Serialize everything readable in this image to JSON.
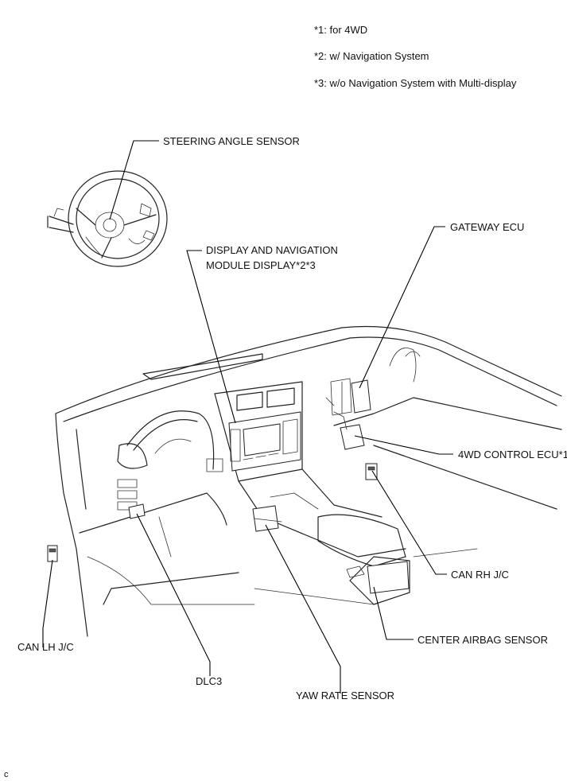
{
  "notes": [
    "*1: for 4WD",
    "*2: w/ Navigation System",
    "*3: w/o Navigation System with Multi-display"
  ],
  "labels": {
    "steering_angle_sensor": "STEERING ANGLE SENSOR",
    "gateway_ecu": "GATEWAY ECU",
    "display_nav_line1": "DISPLAY AND NAVIGATION",
    "display_nav_line2": "MODULE DISPLAY*2*3",
    "fourwd_control_ecu": "4WD CONTROL ECU*1",
    "can_rh_jc": "CAN RH J/C",
    "center_airbag_sensor": "CENTER AIRBAG SENSOR",
    "can_lh_jc": "CAN LH J/C",
    "dlc3": "DLC3",
    "yaw_rate_sensor": "YAW RATE SENSOR"
  },
  "corner_code": "C"
}
